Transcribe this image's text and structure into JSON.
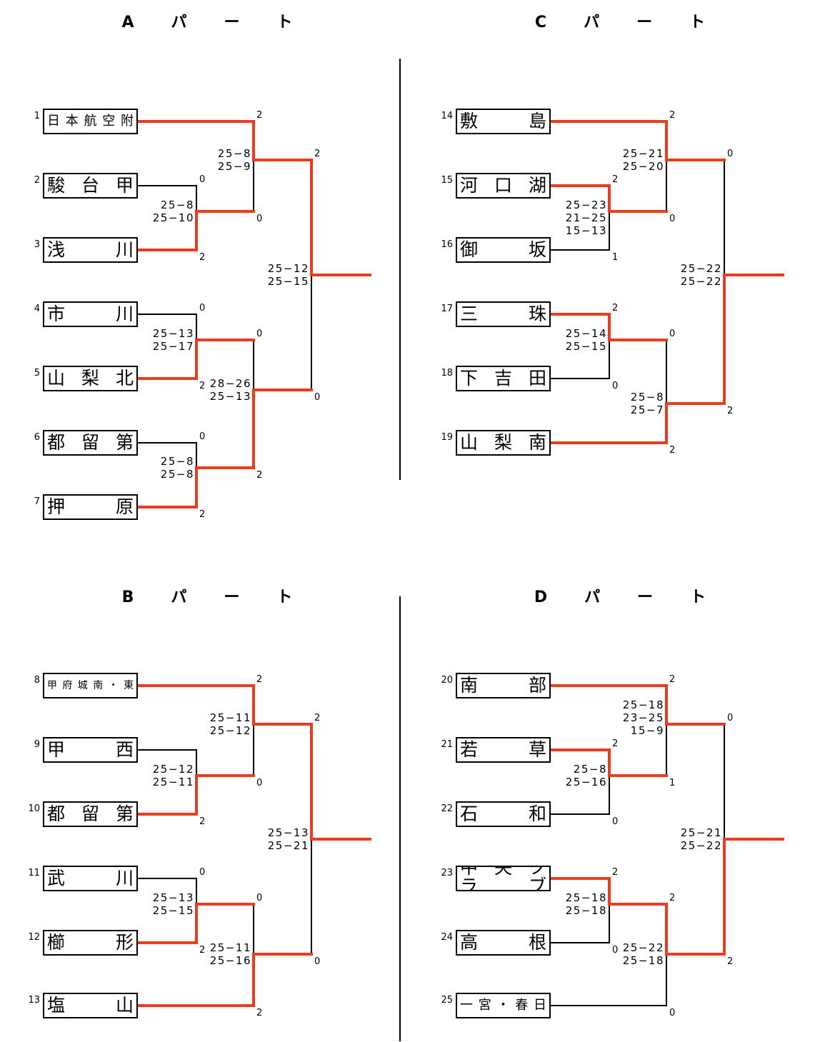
{
  "colors": {
    "winner_line": "#EE3A1E",
    "loser_line": "#000000"
  },
  "parts": [
    {
      "title": "Aパート",
      "teams": [
        {
          "seed": "1",
          "name": "日 本 航 空 附 属"
        },
        {
          "seed": "2",
          "name": "駿 台 甲 府"
        },
        {
          "seed": "3",
          "name": "浅 川"
        },
        {
          "seed": "4",
          "name": "市 川"
        },
        {
          "seed": "5",
          "name": "山 梨 北"
        },
        {
          "seed": "6",
          "name": "都 留 第 二"
        },
        {
          "seed": "7",
          "name": "押 原"
        }
      ],
      "bracket": {
        "winner": "top",
        "top_sets": "2",
        "bottom_sets": "0",
        "scores": [
          "25−12",
          "25−15"
        ],
        "top": {
          "winner": "top",
          "top_sets": "2",
          "bottom_sets": "0",
          "scores": [
            "25−8",
            "25−9"
          ],
          "top": {
            "team": 0
          },
          "bottom": {
            "winner": "bottom",
            "top_sets": "0",
            "bottom_sets": "2",
            "scores": [
              "25−8",
              "25−10"
            ],
            "top": {
              "team": 1
            },
            "bottom": {
              "team": 2
            }
          }
        },
        "bottom": {
          "winner": "bottom",
          "top_sets": "0",
          "bottom_sets": "2",
          "scores": [
            "28−26",
            "25−13"
          ],
          "top": {
            "winner": "bottom",
            "top_sets": "0",
            "bottom_sets": "2",
            "scores": [
              "25−13",
              "25−17"
            ],
            "top": {
              "team": 3
            },
            "bottom": {
              "team": 4
            }
          },
          "bottom": {
            "winner": "bottom",
            "top_sets": "0",
            "bottom_sets": "2",
            "scores": [
              "25−8",
              "25−8"
            ],
            "top": {
              "team": 5
            },
            "bottom": {
              "team": 6
            }
          }
        }
      }
    },
    {
      "title": "Bパート",
      "teams": [
        {
          "seed": "8",
          "name": "甲 府 城 南 ・ 東 ・ 西"
        },
        {
          "seed": "9",
          "name": "甲 西"
        },
        {
          "seed": "10",
          "name": "都 留 第 一"
        },
        {
          "seed": "11",
          "name": "武 川"
        },
        {
          "seed": "12",
          "name": "櫛 形"
        },
        {
          "seed": "13",
          "name": "塩 山"
        }
      ],
      "bracket": {
        "winner": "top",
        "top_sets": "2",
        "bottom_sets": "0",
        "scores": [
          "25−13",
          "25−21"
        ],
        "top": {
          "winner": "top",
          "top_sets": "2",
          "bottom_sets": "0",
          "scores": [
            "25−11",
            "25−12"
          ],
          "top": {
            "team": 0
          },
          "bottom": {
            "winner": "bottom",
            "top_sets": "",
            "bottom_sets": "2",
            "scores": [
              "25−12",
              "25−11"
            ],
            "top": {
              "team": 1
            },
            "bottom": {
              "team": 2
            }
          }
        },
        "bottom": {
          "winner": "bottom",
          "top_sets": "0",
          "bottom_sets": "2",
          "scores": [
            "25−11",
            "25−16"
          ],
          "top": {
            "winner": "bottom",
            "top_sets": "0",
            "bottom_sets": "2",
            "scores": [
              "25−13",
              "25−15"
            ],
            "top": {
              "team": 3
            },
            "bottom": {
              "team": 4
            }
          },
          "bottom": {
            "team": 5
          }
        }
      }
    },
    {
      "title": "Cパート",
      "teams": [
        {
          "seed": "14",
          "name": "敷 島"
        },
        {
          "seed": "15",
          "name": "河 口 湖 南"
        },
        {
          "seed": "16",
          "name": "御 坂"
        },
        {
          "seed": "17",
          "name": "三 珠"
        },
        {
          "seed": "18",
          "name": "下 吉 田"
        },
        {
          "seed": "19",
          "name": "山 梨 南"
        }
      ],
      "bracket": {
        "winner": "bottom",
        "top_sets": "0",
        "bottom_sets": "2",
        "scores": [
          "25−22",
          "25−22"
        ],
        "top": {
          "winner": "top",
          "top_sets": "2",
          "bottom_sets": "0",
          "scores": [
            "25−21",
            "25−20"
          ],
          "top": {
            "team": 0
          },
          "bottom": {
            "winner": "top",
            "top_sets": "2",
            "bottom_sets": "1",
            "scores": [
              "25−23",
              "21−25",
              "15−13"
            ],
            "top": {
              "team": 1
            },
            "bottom": {
              "team": 2
            }
          }
        },
        "bottom": {
          "winner": "bottom",
          "top_sets": "0",
          "bottom_sets": "2",
          "scores": [
            "25−8",
            "25−7"
          ],
          "top": {
            "winner": "top",
            "top_sets": "2",
            "bottom_sets": "0",
            "scores": [
              "25−14",
              "25−15"
            ],
            "top": {
              "team": 3
            },
            "bottom": {
              "team": 4
            }
          },
          "bottom": {
            "team": 5
          }
        }
      }
    },
    {
      "title": "Dパート",
      "teams": [
        {
          "seed": "20",
          "name": "南 部"
        },
        {
          "seed": "21",
          "name": "若 草"
        },
        {
          "seed": "22",
          "name": "石 和"
        },
        {
          "seed": "23",
          "name": "中 央 ク ラ ブ"
        },
        {
          "seed": "24",
          "name": "高 根"
        },
        {
          "seed": "25",
          "name": "一 宮 ・ 春 日 居"
        }
      ],
      "bracket": {
        "winner": "bottom",
        "top_sets": "0",
        "bottom_sets": "2",
        "scores": [
          "25−21",
          "25−22"
        ],
        "top": {
          "winner": "top",
          "top_sets": "2",
          "bottom_sets": "1",
          "scores": [
            "25−18",
            "23−25",
            "15−9"
          ],
          "top": {
            "team": 0
          },
          "bottom": {
            "winner": "top",
            "top_sets": "2",
            "bottom_sets": "0",
            "scores": [
              "25−8",
              "25−16"
            ],
            "top": {
              "team": 1
            },
            "bottom": {
              "team": 2
            }
          }
        },
        "bottom": {
          "winner": "top",
          "top_sets": "2",
          "bottom_sets": "0",
          "scores": [
            "25−22",
            "25−18"
          ],
          "top": {
            "winner": "top",
            "top_sets": "2",
            "bottom_sets": "0",
            "scores": [
              "25−18",
              "25−18"
            ],
            "top": {
              "team": 3
            },
            "bottom": {
              "team": 4
            }
          },
          "bottom": {
            "team": 5
          }
        }
      }
    }
  ]
}
